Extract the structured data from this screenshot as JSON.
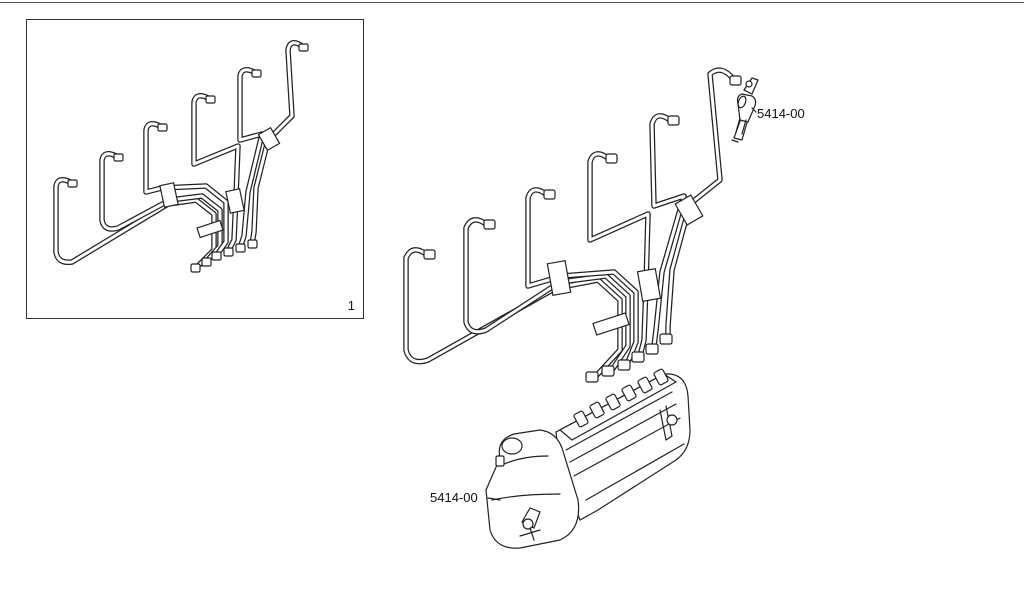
{
  "inset": {
    "label": "1"
  },
  "callouts": {
    "injector": "5414-00",
    "pump": "5414-00"
  },
  "colors": {
    "line": "#222222",
    "frame": "#333333"
  },
  "icons": {
    "injector": "injector-icon",
    "pump": "injection-pump-icon"
  }
}
